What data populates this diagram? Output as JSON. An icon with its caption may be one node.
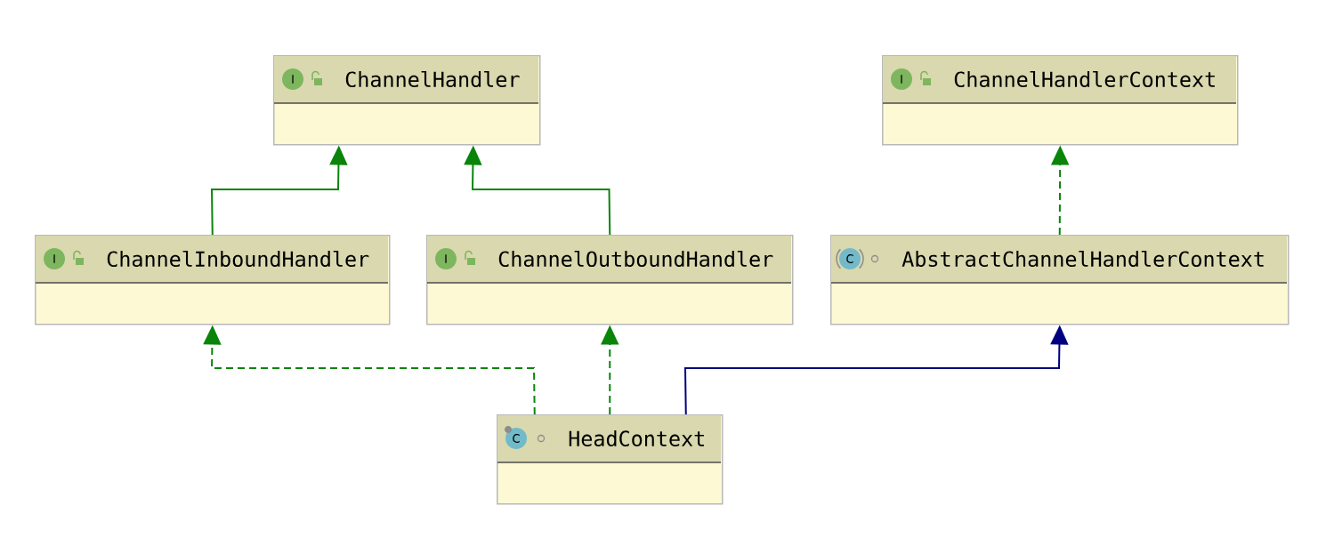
{
  "diagram": {
    "nodes": [
      {
        "text": [
          "I",
          "ChannelHandler"
        ]
      },
      {
        "text": [
          "I",
          "ChannelInboundHandler"
        ]
      },
      {
        "text": [
          "I",
          "ChannelOutboundHandler"
        ]
      },
      {
        "text": [
          "I",
          "ChannelHandlerContext"
        ]
      },
      {
        "text": [
          "C",
          "AbstractChannelHandlerContext"
        ]
      },
      {
        "text": [
          "C",
          "HeadContext"
        ]
      }
    ],
    "edges": [
      {
        "from": 1,
        "to": 0,
        "arrow": "to"
      },
      {
        "from": 2,
        "to": 0,
        "arrow": "to"
      },
      {
        "from": 4,
        "to": 3,
        "arrow": "to",
        "style": "dashed"
      },
      {
        "from": 5,
        "to": 1,
        "arrow": "to",
        "style": "dashed"
      },
      {
        "from": 5,
        "to": 2,
        "arrow": "to",
        "style": "dashed"
      },
      {
        "from": 5,
        "to": 4,
        "arrow": "to",
        "color": "#000080"
      }
    ]
  }
}
